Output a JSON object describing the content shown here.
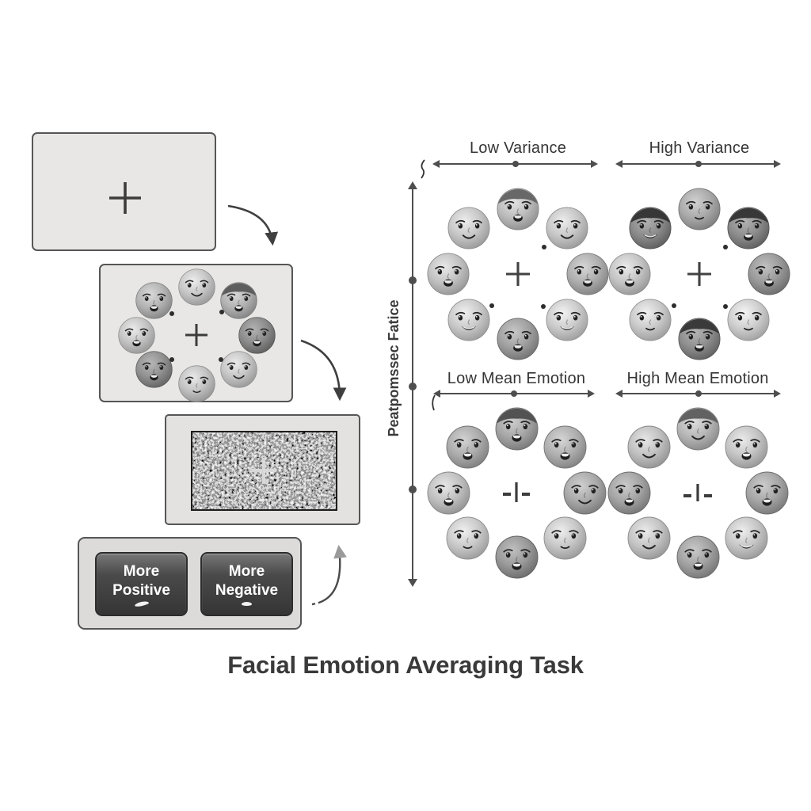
{
  "figure_title": "Facial Emotion Averaging Task",
  "y_axis_label": "Peatpomssec Fatice",
  "icons": {
    "fixation_cross": "+",
    "mask_fixation_cross": "+",
    "center_marker_bar": "-|-",
    "flow_arrows": "curved-arrow"
  },
  "colors": {
    "background": "#ffffff",
    "screen_bg": "#e8e7e5",
    "screen_border": "#565656",
    "button_gradient_top": "#777777",
    "button_gradient_bottom": "#353535",
    "button_text": "#ffffff",
    "label_text": "#353535",
    "title_text": "#3a3a3a",
    "arrow": "#4e4e4e"
  },
  "trial": {
    "fixation_symbol": "+",
    "mask_fixation_symbol": "+",
    "response_buttons": {
      "positive": {
        "line1": "More",
        "line2": "Positive"
      },
      "negative": {
        "line1": "More",
        "line2": "Negative"
      }
    }
  },
  "stimulus_faces": [
    {
      "tone": "#c7c7c7",
      "mouth": "smile",
      "hair": false
    },
    {
      "tone": "#b2b2b2",
      "mouth": "open",
      "hair": true
    },
    {
      "tone": "#8d8d8d",
      "mouth": "open",
      "hair": false
    },
    {
      "tone": "#c6c6c6",
      "mouth": "smile",
      "hair": false
    },
    {
      "tone": "#c3c3c3",
      "mouth": "slight",
      "hair": false
    },
    {
      "tone": "#929292",
      "mouth": "open",
      "hair": false
    },
    {
      "tone": "#c5c5c5",
      "mouth": "open",
      "hair": false
    },
    {
      "tone": "#b4b4b4",
      "mouth": "open",
      "hair": false
    }
  ],
  "quadrants": [
    {
      "id": "low-variance",
      "label": "Low Variance",
      "center_marker": "cross",
      "faces": [
        {
          "tone": "#bdbdbd",
          "mouth": "open",
          "hair": true
        },
        {
          "tone": "#c7c7c7",
          "mouth": "smile",
          "hair": false
        },
        {
          "tone": "#b0b0b0",
          "mouth": "open",
          "hair": false
        },
        {
          "tone": "#cccccc",
          "mouth": "grin",
          "hair": false
        },
        {
          "tone": "#a1a1a1",
          "mouth": "open",
          "hair": false
        },
        {
          "tone": "#cacaca",
          "mouth": "grin",
          "hair": false
        },
        {
          "tone": "#c3c3c3",
          "mouth": "open",
          "hair": false
        },
        {
          "tone": "#c7c7c7",
          "mouth": "smile",
          "hair": false
        }
      ]
    },
    {
      "id": "high-variance",
      "label": "High Variance",
      "center_marker": "cross",
      "faces": [
        {
          "tone": "#ababab",
          "mouth": "slight",
          "hair": false
        },
        {
          "tone": "#8d8d8d",
          "mouth": "open",
          "hair": true
        },
        {
          "tone": "#9b9b9b",
          "mouth": "open",
          "hair": false
        },
        {
          "tone": "#cfcfcf",
          "mouth": "slight",
          "hair": false
        },
        {
          "tone": "#8f8f8f",
          "mouth": "open",
          "hair": true
        },
        {
          "tone": "#cbcbcb",
          "mouth": "slight",
          "hair": false
        },
        {
          "tone": "#c5c5c5",
          "mouth": "open",
          "hair": false
        },
        {
          "tone": "#8c8c8c",
          "mouth": "grin",
          "hair": true
        }
      ]
    },
    {
      "id": "low-mean-emotion",
      "label": "Low Mean Emotion",
      "center_marker": "bar",
      "faces": [
        {
          "tone": "#a7a7a7",
          "mouth": "open",
          "hair": true
        },
        {
          "tone": "#b0b0b0",
          "mouth": "open",
          "hair": false
        },
        {
          "tone": "#aaaaaa",
          "mouth": "smile",
          "hair": false
        },
        {
          "tone": "#c8c8c8",
          "mouth": "slight",
          "hair": false
        },
        {
          "tone": "#9a9a9a",
          "mouth": "open",
          "hair": false
        },
        {
          "tone": "#cacaca",
          "mouth": "slight",
          "hair": false
        },
        {
          "tone": "#c1c1c1",
          "mouth": "open",
          "hair": false
        },
        {
          "tone": "#adadad",
          "mouth": "open",
          "hair": false
        }
      ]
    },
    {
      "id": "high-mean-emotion",
      "label": "High Mean Emotion",
      "center_marker": "bar",
      "faces": [
        {
          "tone": "#b7b7b7",
          "mouth": "smile",
          "hair": true
        },
        {
          "tone": "#c5c5c5",
          "mouth": "open",
          "hair": false
        },
        {
          "tone": "#a7a7a7",
          "mouth": "open",
          "hair": false
        },
        {
          "tone": "#c7c7c7",
          "mouth": "grin",
          "hair": false
        },
        {
          "tone": "#a3a3a3",
          "mouth": "open",
          "hair": false
        },
        {
          "tone": "#c5c5c5",
          "mouth": "smile",
          "hair": false
        },
        {
          "tone": "#a5a5a5",
          "mouth": "open",
          "hair": false
        },
        {
          "tone": "#c1c1c1",
          "mouth": "smile",
          "hair": false
        }
      ]
    }
  ]
}
